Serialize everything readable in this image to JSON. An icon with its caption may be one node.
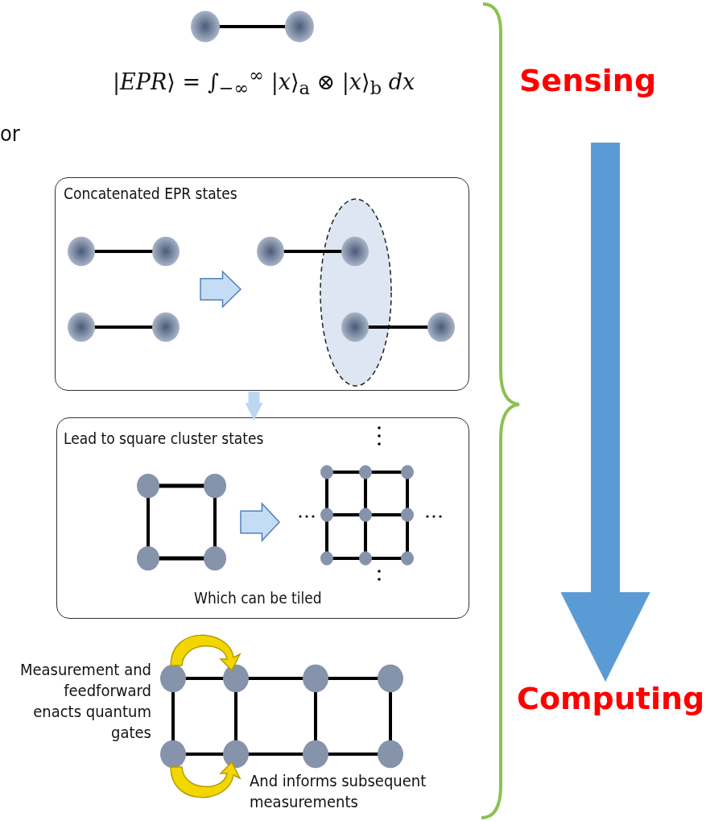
{
  "diagram": {
    "nodes": [
      {
        "text": [
          "Concatenated EPR states"
        ]
      },
      {
        "text": [
          "Lead to square cluster states",
          "Which can be tiled"
        ]
      },
      {
        "text": [
          "Sensing"
        ]
      },
      {
        "text": [
          "Computing"
        ]
      }
    ],
    "edges": [
      {
        "from": 0,
        "to": 1,
        "arrow": "to",
        "color": "#bdd7f2"
      },
      {
        "from": 2,
        "to": 3,
        "arrow": "to",
        "style": "thick",
        "color": "#5b9bd5"
      }
    ],
    "labels": [
      "|*EPR*⟩ = ∫$_{−∞}$$^{∞}$ |*x*⟩$_{a}$ ⊗ |*x*⟩$_{b}$ *dx*",
      "or",
      "Measurement and feedforward enacts quantum gates",
      "And informs subsequent measurements"
    ]
  }
}
